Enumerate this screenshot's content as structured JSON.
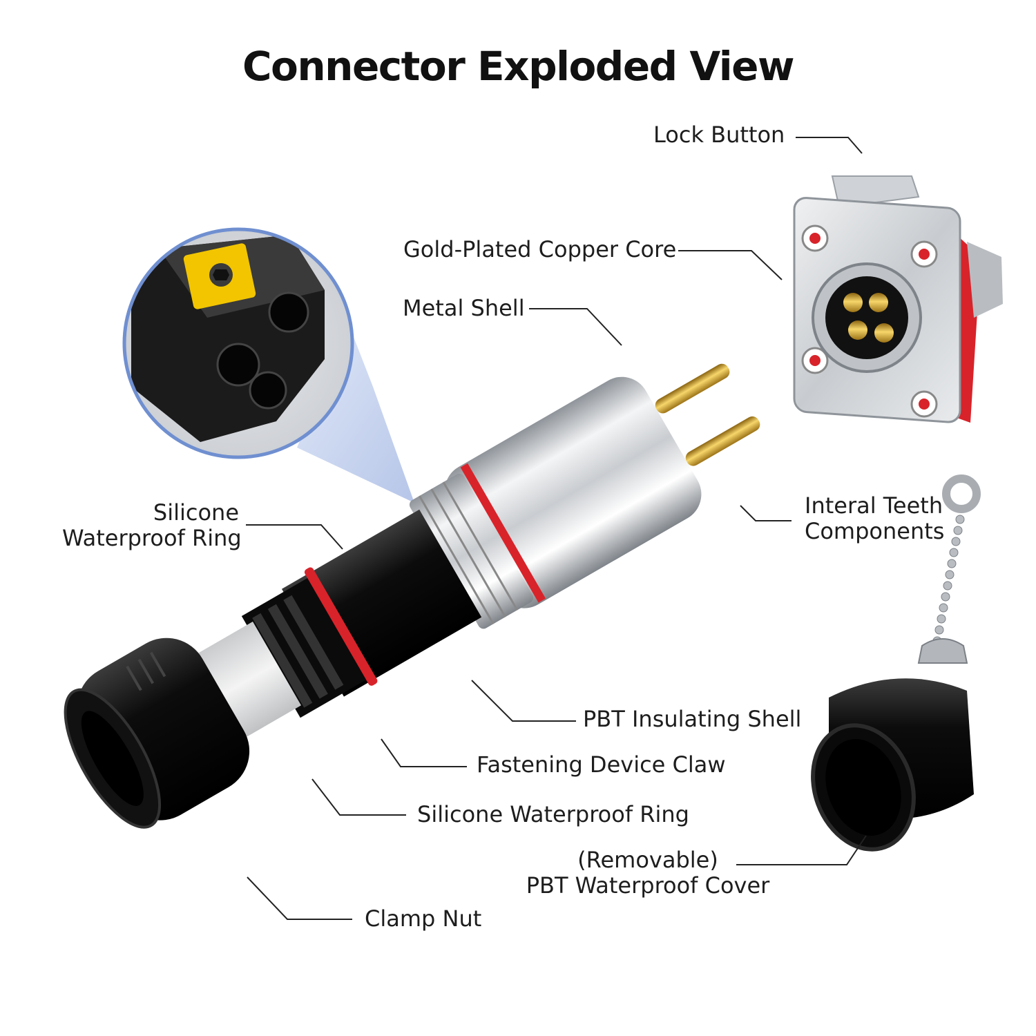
{
  "title": "Connector Exploded View",
  "labels": {
    "lock_button": "Lock Button",
    "gold_core": "Gold-Plated Copper Core",
    "metal_shell": "Metal Shell",
    "silicone_ring_top_1": "Silicone",
    "silicone_ring_top_2": "Waterproof Ring",
    "internal_teeth_1": "Interal Teeth",
    "internal_teeth_2": "Components",
    "pbt_insulating_shell": "PBT Insulating Shell",
    "fastening_claw": "Fastening Device Claw",
    "silicone_ring_bottom": "Silicone Waterproof Ring",
    "cover_1": "(Removable)",
    "cover_2": "PBT Waterproof Cover",
    "clamp_nut": "Clamp Nut"
  },
  "colors": {
    "accent_red": "#d8232a",
    "gold": "#e6b422",
    "callout_blue": "#6f8fd0"
  }
}
